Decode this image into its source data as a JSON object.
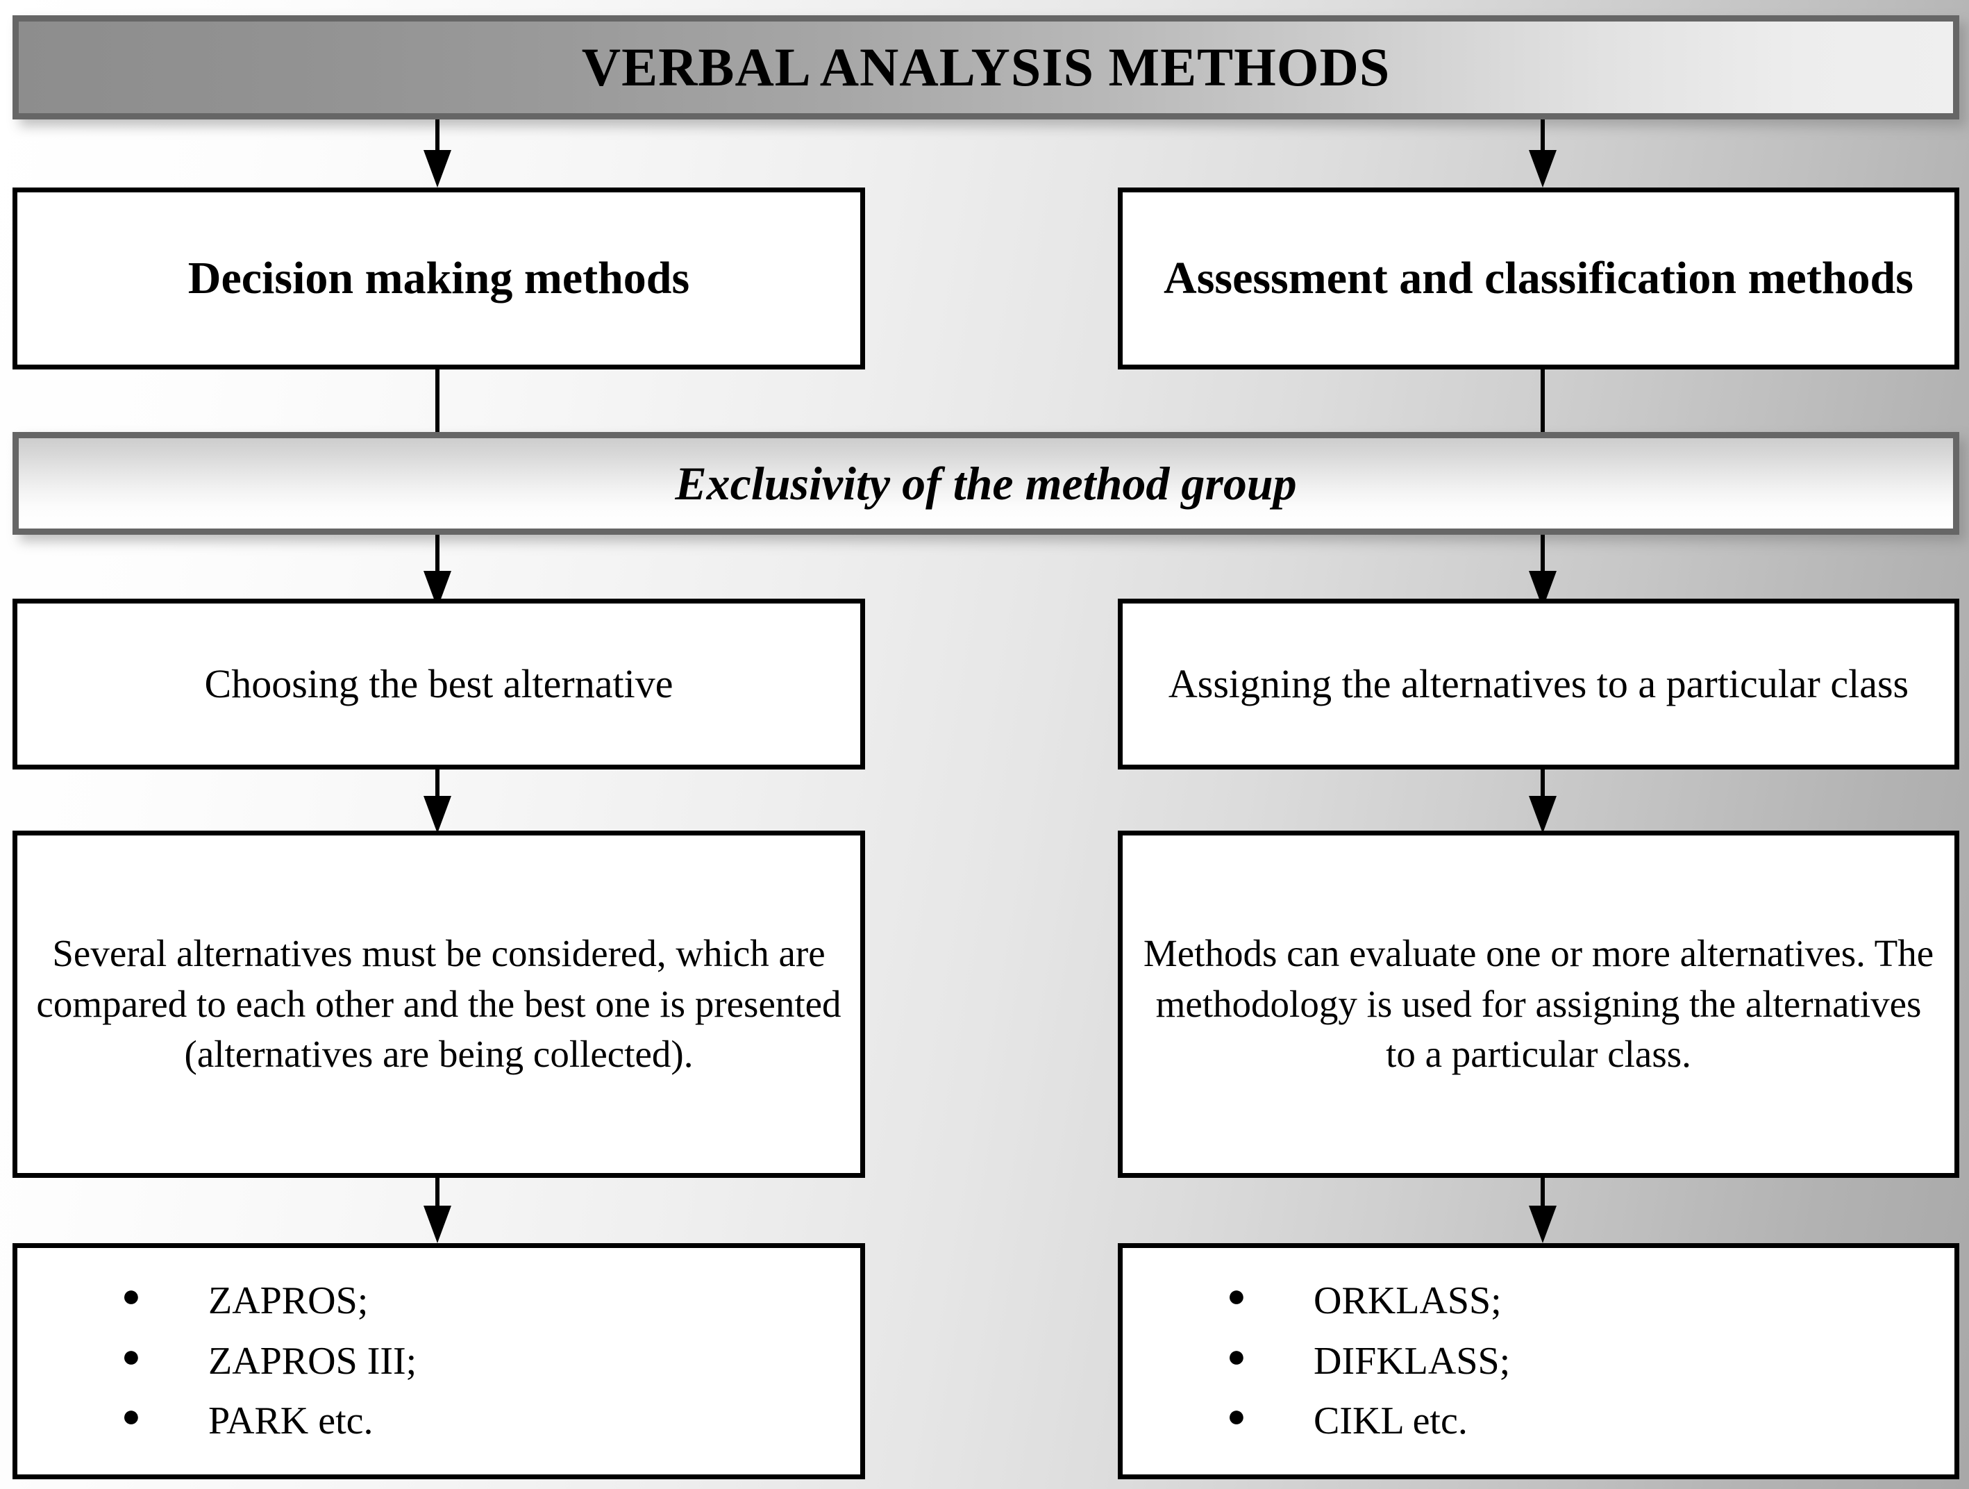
{
  "header": {
    "title": "VERBAL ANALYSIS METHODS"
  },
  "divider": {
    "label": "Exclusivity of the method group"
  },
  "columns": [
    {
      "id": "decision-making",
      "title": "Decision making methods",
      "goal": "Choosing the best alternative",
      "description": "Several alternatives must be considered, which are compared to each other and the best one is presented (alternatives are being collected).",
      "methods_label": "methods-list",
      "methods": [
        "ZAPROS;",
        "ZAPROS III;",
        "PARK etc."
      ]
    },
    {
      "id": "assessment-classification",
      "title": "Assessment and classification methods",
      "goal": "Assigning the alternatives to a particular class",
      "description": "Methods can evaluate one or more alternatives. The methodology is used for assigning the alternatives to a particular class.",
      "methods_label": "methods-list",
      "methods": [
        "ORKLASS;",
        "DIFKLASS;",
        "CIKL etc."
      ]
    }
  ],
  "icons": {
    "bullet": "●",
    "arrow_down": "arrow-down-icon"
  },
  "colors": {
    "banner_border": "#666666",
    "box_border": "#000000",
    "box_fill": "#ffffff",
    "text": "#000000",
    "background_light": "#ffffff",
    "background_dark": "#a8a8a8"
  }
}
